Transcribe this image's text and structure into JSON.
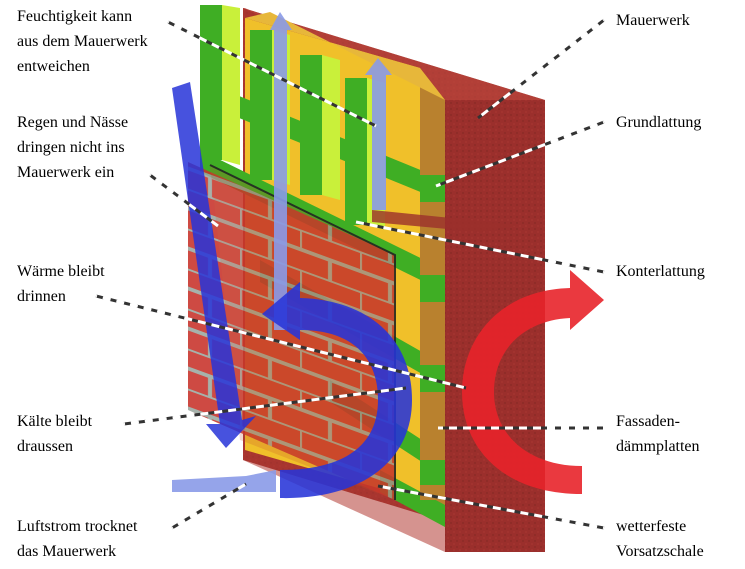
{
  "labels_left": [
    {
      "id": "feuchtigkeit",
      "lines": [
        "Feuchtigkeit kann",
        "aus dem Mauerwerk",
        "entweichen"
      ]
    },
    {
      "id": "regen",
      "lines": [
        "Regen und Nässe",
        "dringen nicht ins",
        "Mauerwerk ein"
      ]
    },
    {
      "id": "waerme",
      "lines": [
        "Wärme bleibt",
        "drinnen"
      ]
    },
    {
      "id": "kaelte",
      "lines": [
        "Kälte bleibt",
        "draussen"
      ]
    },
    {
      "id": "luftstrom",
      "lines": [
        "Luftstrom trocknet",
        "das Mauerwerk"
      ]
    }
  ],
  "labels_right": [
    {
      "id": "mauerwerk",
      "lines": [
        "Mauerwerk"
      ]
    },
    {
      "id": "grundlattung",
      "lines": [
        "Grundlattung"
      ]
    },
    {
      "id": "konterlattung",
      "lines": [
        "Konterlattung"
      ]
    },
    {
      "id": "fassaden",
      "lines": [
        "Fassaden-",
        "dämmplatten"
      ]
    },
    {
      "id": "vorsatzschale",
      "lines": [
        "wetterfeste",
        "Vorsatzschale"
      ]
    }
  ],
  "colors": {
    "masonry": "#9b2f2c",
    "masonry_side": "#6e2a22",
    "insulation": "#f0c02a",
    "insulation_dark": "#b9812e",
    "batten_green": "#3fae24",
    "batten_light": "#c9f03a",
    "brick_red": "#c8322a",
    "mortar": "#9aa8a0",
    "warm_arrow": "#e8232a",
    "cold_arrow": "#2734d8",
    "airflow_arrow": "#8a9ae8",
    "leader_dark": "#333333",
    "leader_light": "#ffffff"
  }
}
